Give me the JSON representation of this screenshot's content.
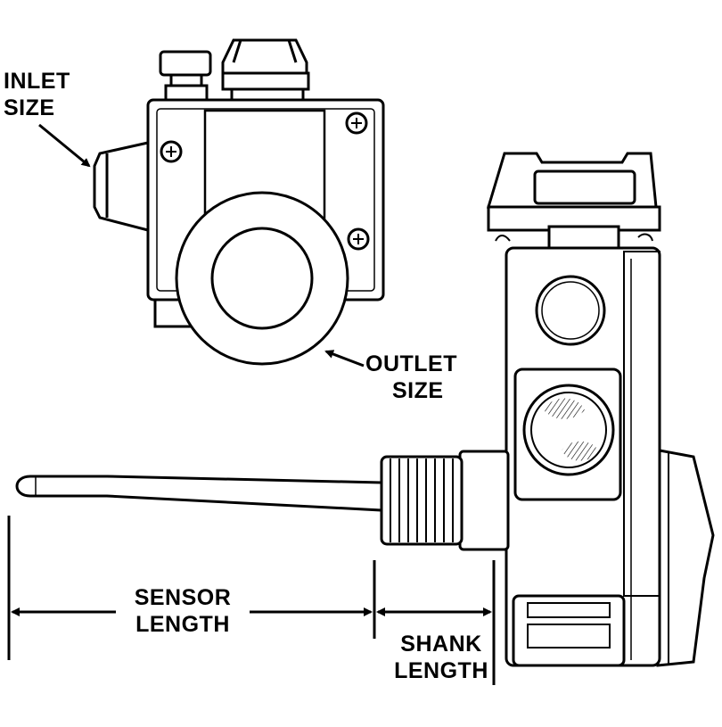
{
  "labels": {
    "inlet": [
      "INLET",
      "SIZE"
    ],
    "outlet": [
      "OUTLET",
      "SIZE"
    ],
    "sensor": [
      "SENSOR",
      "LENGTH"
    ],
    "shank": [
      "SHANK",
      "LENGTH"
    ]
  },
  "colors": {
    "ink": "#000000",
    "paper": "#ffffff"
  }
}
